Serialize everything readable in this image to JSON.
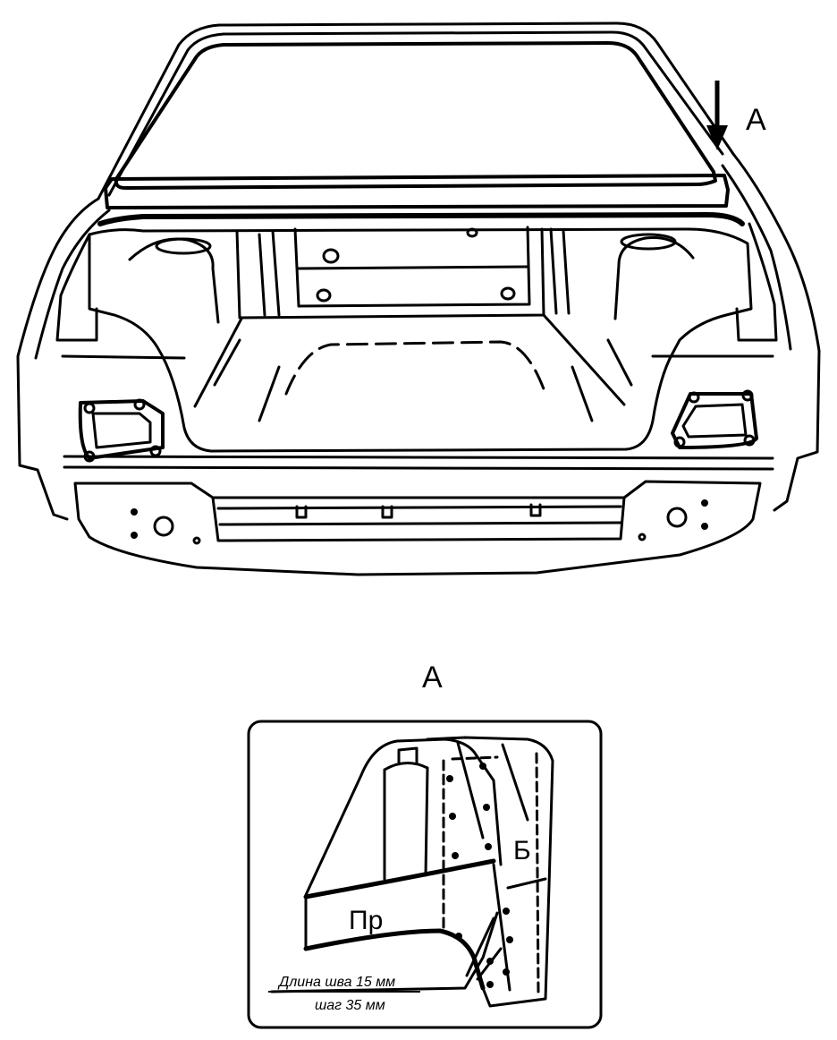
{
  "callouts": {
    "view_arrow_label": "А",
    "detail_title": "А"
  },
  "detail": {
    "part_left_label": "Пр",
    "part_right_label": "Б",
    "seam_length_note": "Длина шва 15 мм",
    "seam_pitch_note": "шаг 35 мм"
  },
  "colors": {
    "ink": "#000000",
    "paper": "#ffffff"
  }
}
